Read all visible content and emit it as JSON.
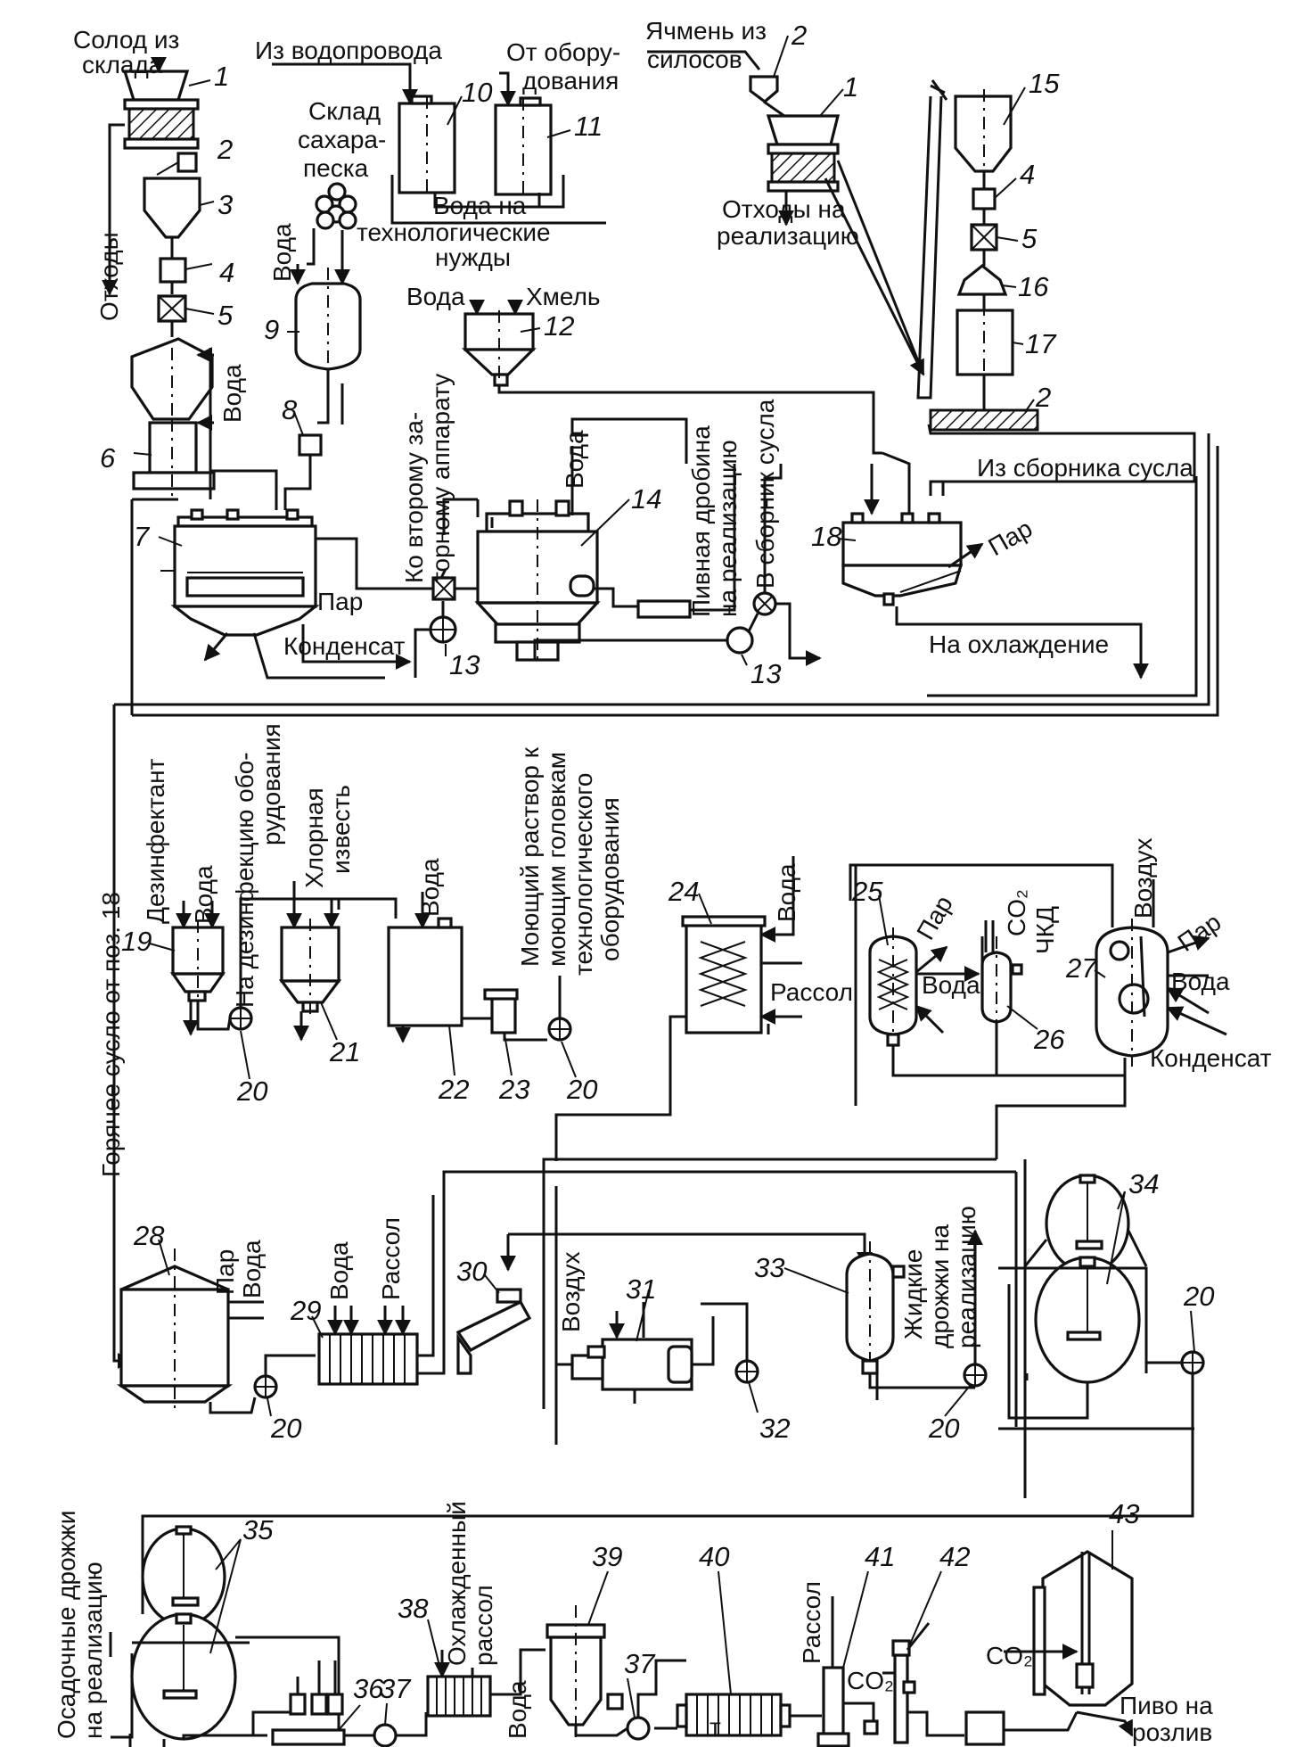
{
  "labels": {
    "solod": [
      "Солод из",
      "склада"
    ],
    "othody": "Отходы",
    "iz_vodoprovoda": "Из водопровода",
    "ot_oborudovaniya": [
      "От обору-",
      "дования"
    ],
    "sklad_sahara": [
      "Склад",
      "сахара-",
      "песка"
    ],
    "voda_na_tekhnol": [
      "Вода на",
      "технологические",
      "нужды"
    ],
    "yachmen": [
      "Ячмень из",
      "силосов"
    ],
    "othody_na_realiz": [
      "Отходы на",
      "реализацию"
    ],
    "voda": "Вода",
    "hmel": "Хмель",
    "ko_vtoromu": [
      "Ко второму за-",
      "торному аппарату"
    ],
    "pivnaya_drobina": [
      "Пивная дробина",
      "на реализацию"
    ],
    "v_sbornik": "В сборник сусла",
    "iz_sbornika": "Из сборника сусла",
    "par": "Пар",
    "kondensat": "Конденсат",
    "na_ohlazhdenie": "На охлаждение",
    "goryachee_suslo": "Горячее сусло от поз. 18",
    "dezinfektant": "Дезинфектант",
    "na_dezinfekciyu": [
      "На дезинфекцию обо-",
      "рудования"
    ],
    "hlornaya": [
      "Хлорная",
      "известь"
    ],
    "moyushchiy": [
      "Моющий раствор к",
      "моющим головкам",
      "технологического",
      "оборудования"
    ],
    "rassol": "Рассол",
    "co2": "CO₂",
    "chkd": "ЧКД",
    "vozduh": "Воздух",
    "zhidkie_drozhzhi": [
      "Жидкие",
      "дрожжи на",
      "реализацию"
    ],
    "osadochnye": [
      "Осадочные дрожжи",
      "на реализацию"
    ],
    "ohlazhdennyy": [
      "Охлажденный",
      "рассол"
    ],
    "pivo_na_rozliv": [
      "Пиво на",
      "розлив"
    ],
    "small_t": "т"
  },
  "numbers": {
    "n1a": "1",
    "n2a": "2",
    "n3": "3",
    "n4a": "4",
    "n5a": "5",
    "n6": "6",
    "n7": "7",
    "n8": "8",
    "n9": "9",
    "n10": "10",
    "n11": "11",
    "n12": "12",
    "n13a": "13",
    "n13b": "13",
    "n14": "14",
    "n2b": "2",
    "n1b": "1",
    "n15": "15",
    "n4b": "4",
    "n5b": "5",
    "n16": "16",
    "n17": "17",
    "n2c": "2",
    "n18": "18",
    "n19": "19",
    "n20a": "20",
    "n21": "21",
    "n22": "22",
    "n23": "23",
    "n20b": "20",
    "n24": "24",
    "n25": "25",
    "n26": "26",
    "n27": "27",
    "n28": "28",
    "n29": "29",
    "n20c": "20",
    "n30": "30",
    "n31": "31",
    "n32": "32",
    "n33": "33",
    "n20d": "20",
    "n34": "34",
    "n20e": "20",
    "n35": "35",
    "n36": "36",
    "n37a": "37",
    "n38": "38",
    "n39": "39",
    "n37b": "37",
    "n40": "40",
    "n41": "41",
    "n42": "42",
    "n43": "43"
  }
}
